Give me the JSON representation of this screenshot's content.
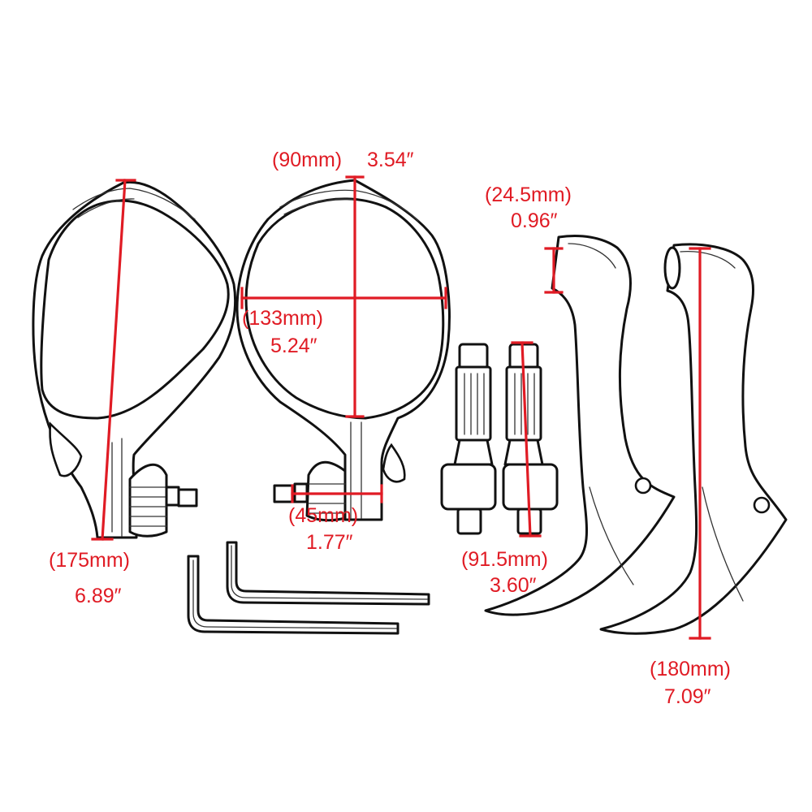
{
  "labels": {
    "mirror_height_mm": "(175mm)",
    "mirror_height_in": "6.89″",
    "mirror_top_mm": "(90mm)",
    "mirror_top_in": "3.54″",
    "mirror_width_mm": "(133mm)",
    "mirror_width_in": "5.24″",
    "stem_mm": "(45mm)",
    "stem_in": "1.77″",
    "adapter_mm": "(91.5mm)",
    "adapter_in": "3.60″",
    "lever_tip_mm": "(24.5mm)",
    "lever_tip_in": "0.96″",
    "lever_mm": "(180mm)",
    "lever_in": "7.09″"
  },
  "colors": {
    "dimension": "#e01b24",
    "outline": "#111111",
    "background": "#ffffff"
  }
}
